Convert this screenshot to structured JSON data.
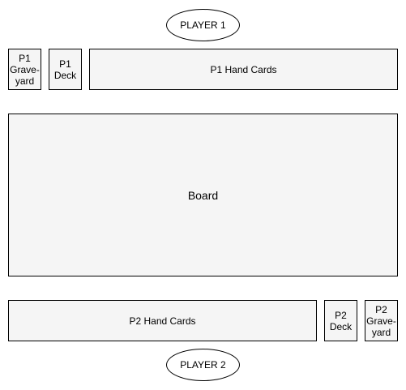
{
  "player1": {
    "label": "PLAYER 1",
    "graveyard": "P1\nGrave-\nyard",
    "deck": "P1\nDeck",
    "hand": "P1 Hand Cards"
  },
  "board": {
    "label": "Board"
  },
  "player2": {
    "label": "PLAYER 2",
    "hand": "P2 Hand Cards",
    "deck": "P2\nDeck",
    "graveyard": "P2\nGrave-\nyard"
  },
  "colors": {
    "box_fill": "#f5f5f5",
    "stroke": "#000000",
    "ellipse_fill": "#ffffff"
  }
}
